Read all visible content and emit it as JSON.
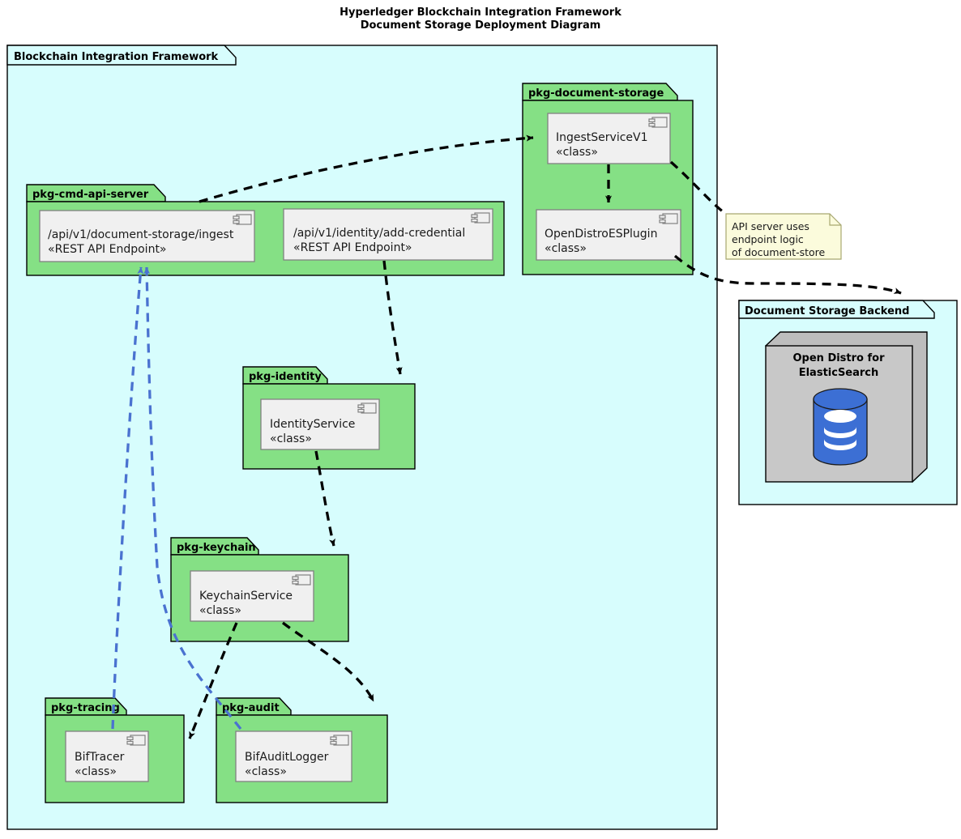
{
  "title": "Hyperledger Blockchain Integration Framework\nDocument Storage Deployment Diagram",
  "colors": {
    "frame_fill": "#d7fdfd",
    "package_fill": "#85e085",
    "component_fill": "#f0f0f0",
    "note_fill": "#fbfbdc",
    "node_fill": "#c8c8c8",
    "db_fill": "#3c6fd4",
    "arrow_black": "#000000",
    "arrow_blue": "#4a72d0",
    "border": "#000000"
  },
  "frame": {
    "label": "Blockchain Integration Framework"
  },
  "packages": {
    "cmd_api_server": {
      "label": "pkg-cmd-api-server",
      "components": [
        {
          "name": "/api/v1/document-storage/ingest",
          "stereotype": "«REST API Endpoint»"
        },
        {
          "name": "/api/v1/identity/add-credential",
          "stereotype": "«REST API Endpoint»"
        }
      ]
    },
    "document_storage": {
      "label": "pkg-document-storage",
      "components": [
        {
          "name": "IngestServiceV1",
          "stereotype": "«class»"
        },
        {
          "name": "OpenDistroESPlugin",
          "stereotype": "«class»"
        }
      ]
    },
    "identity": {
      "label": "pkg-identity",
      "components": [
        {
          "name": "IdentityService",
          "stereotype": "«class»"
        }
      ]
    },
    "keychain": {
      "label": "pkg-keychain",
      "components": [
        {
          "name": "KeychainService",
          "stereotype": "«class»"
        }
      ]
    },
    "tracing": {
      "label": "pkg-tracing",
      "components": [
        {
          "name": "BifTracer",
          "stereotype": "«class»"
        }
      ]
    },
    "audit": {
      "label": "pkg-audit",
      "components": [
        {
          "name": "BifAuditLogger",
          "stereotype": "«class»"
        }
      ]
    }
  },
  "backend_node": {
    "frame_label": "Document Storage Backend",
    "node_label_line1": "Open Distro for",
    "node_label_line2": "ElasticSearch",
    "database_icon": "database-cylinder-icon"
  },
  "note": {
    "line1": "API server uses",
    "line2": "endpoint logic",
    "line3": "of document-store"
  },
  "connections": [
    {
      "from": "pkg-cmd-api-server",
      "to": "IngestServiceV1",
      "style": "dashed",
      "color": "black",
      "arrow": true
    },
    {
      "from": "IngestServiceV1",
      "to": "OpenDistroESPlugin",
      "style": "dashed",
      "color": "black",
      "arrow": true
    },
    {
      "from": "IngestServiceV1",
      "to": "note",
      "style": "dashed",
      "color": "black",
      "arrow": false
    },
    {
      "from": "pkg-document-storage",
      "to": "Document Storage Backend",
      "style": "dashed",
      "color": "black",
      "arrow": true
    },
    {
      "from": "/api/v1/identity/add-credential",
      "to": "pkg-identity",
      "style": "dashed",
      "color": "black",
      "arrow": true
    },
    {
      "from": "IdentityService",
      "to": "pkg-keychain",
      "style": "dashed",
      "color": "black",
      "arrow": true
    },
    {
      "from": "KeychainService",
      "to": "pkg-tracing",
      "style": "dashed",
      "color": "black",
      "arrow": true
    },
    {
      "from": "KeychainService",
      "to": "pkg-audit",
      "style": "dashed",
      "color": "black",
      "arrow": true
    },
    {
      "from": "BifTracer",
      "to": "/api/v1/document-storage/ingest",
      "style": "dashed",
      "color": "blue",
      "arrow": true
    },
    {
      "from": "BifAuditLogger",
      "to": "/api/v1/document-storage/ingest",
      "style": "dashed",
      "color": "blue",
      "arrow": true
    }
  ]
}
